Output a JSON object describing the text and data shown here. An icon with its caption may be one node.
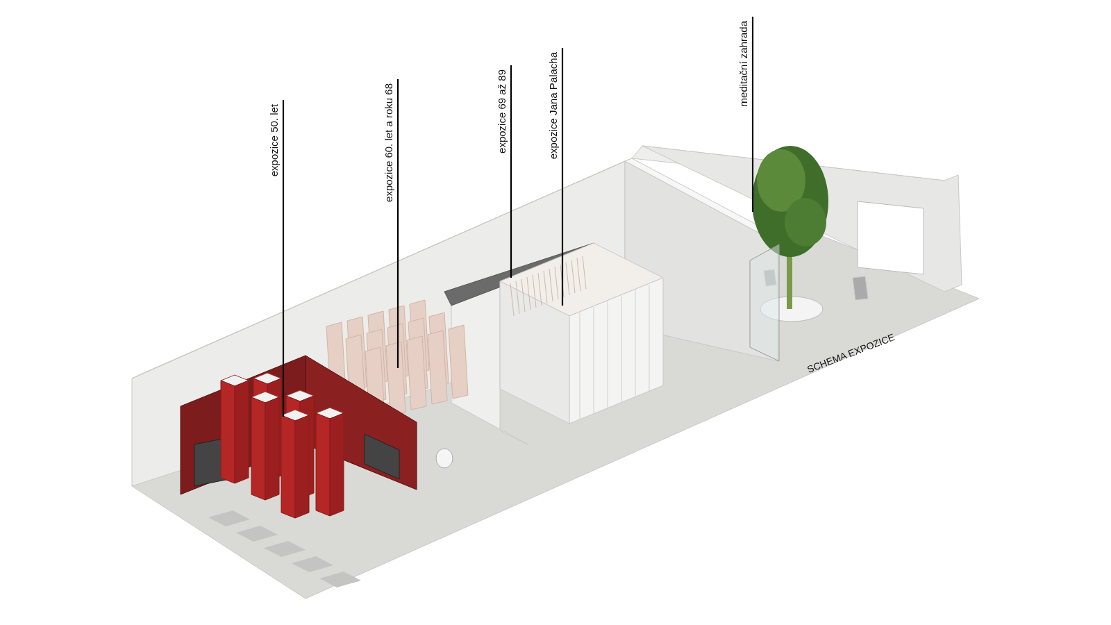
{
  "diagram": {
    "title": "SCHEMA EXPOZICE",
    "nodes": [
      {
        "text": [
          "expozice 50. let"
        ]
      },
      {
        "text": [
          "expozice 60. let a roku 68"
        ]
      },
      {
        "text": [
          "expozice 69 až 89"
        ]
      },
      {
        "text": [
          "expozice Jana Palacha"
        ]
      },
      {
        "text": [
          "meditační zahrada"
        ]
      }
    ],
    "edges": [
      {
        "from": 0,
        "to": null,
        "arrow": "none"
      },
      {
        "from": 1,
        "to": null,
        "arrow": "none"
      },
      {
        "from": 2,
        "to": null,
        "arrow": "none"
      },
      {
        "from": 3,
        "to": null,
        "arrow": "none"
      },
      {
        "from": 4,
        "to": null,
        "arrow": "none"
      }
    ]
  }
}
